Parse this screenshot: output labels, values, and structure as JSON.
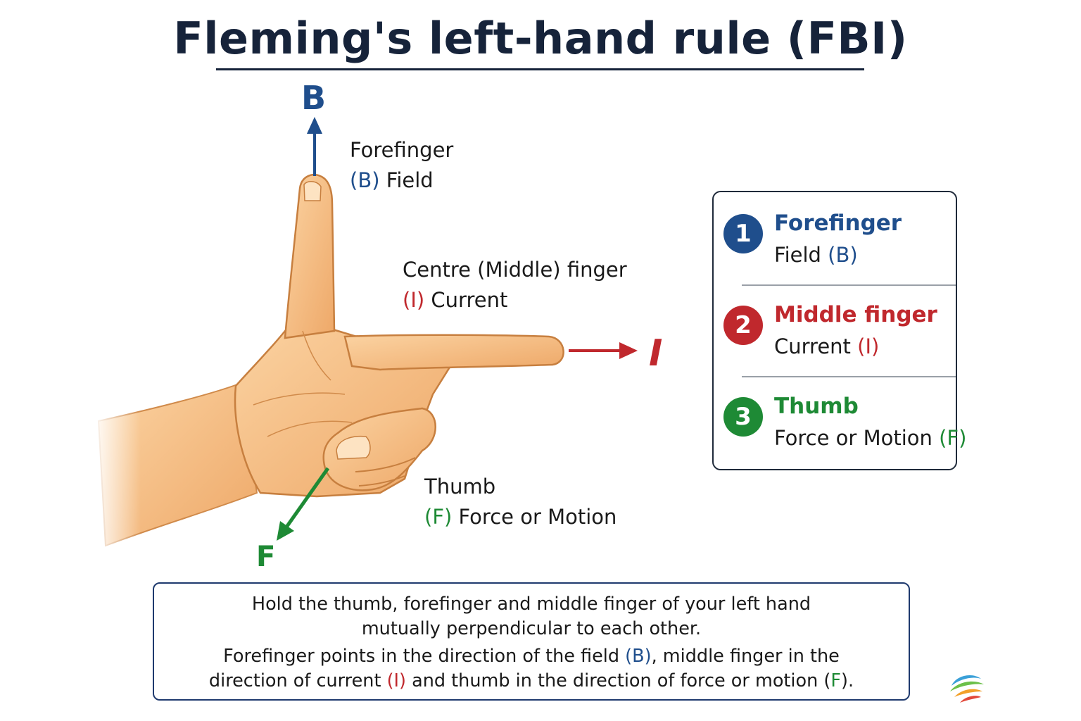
{
  "title": "Fleming's left-hand rule (FBI)",
  "colors": {
    "field_blue": "#1f4e8c",
    "current_red": "#c0282d",
    "force_green": "#1e8a35",
    "title_navy": "#16233a",
    "skin": "#f7c28a"
  },
  "diagram": {
    "axis_b": "B",
    "axis_i": "I",
    "axis_f": "F",
    "forefinger": {
      "name": "Forefinger",
      "symbol": "(B)",
      "quantity": "Field"
    },
    "middle": {
      "name": "Centre (Middle) finger",
      "symbol": "(I)",
      "quantity": "Current"
    },
    "thumb": {
      "name": "Thumb",
      "symbol": "(F)",
      "quantity": "Force or Motion"
    }
  },
  "legend": {
    "items": [
      {
        "number": "1",
        "title": "Forefinger",
        "label": "Field",
        "symbol": "(B)"
      },
      {
        "number": "2",
        "title": "Middle finger",
        "label": "Current",
        "symbol": "(I)"
      },
      {
        "number": "3",
        "title": "Thumb",
        "label": "Force or Motion",
        "symbol": "(F)"
      }
    ]
  },
  "note": {
    "line1": "Hold the thumb, forefinger and middle finger of your left hand",
    "line2": "mutually perpendicular to each other.",
    "line3_a": "Forefinger points in the direction of the field ",
    "line3_b": "(B)",
    "line3_c": ", middle finger in the",
    "line4_a": "direction of current ",
    "line4_b": "(I)",
    "line4_c": " and thumb in the direction of force or motion (",
    "line4_d": "F",
    "line4_e": ")."
  },
  "icons": {
    "logo": "globe-logo-icon"
  }
}
